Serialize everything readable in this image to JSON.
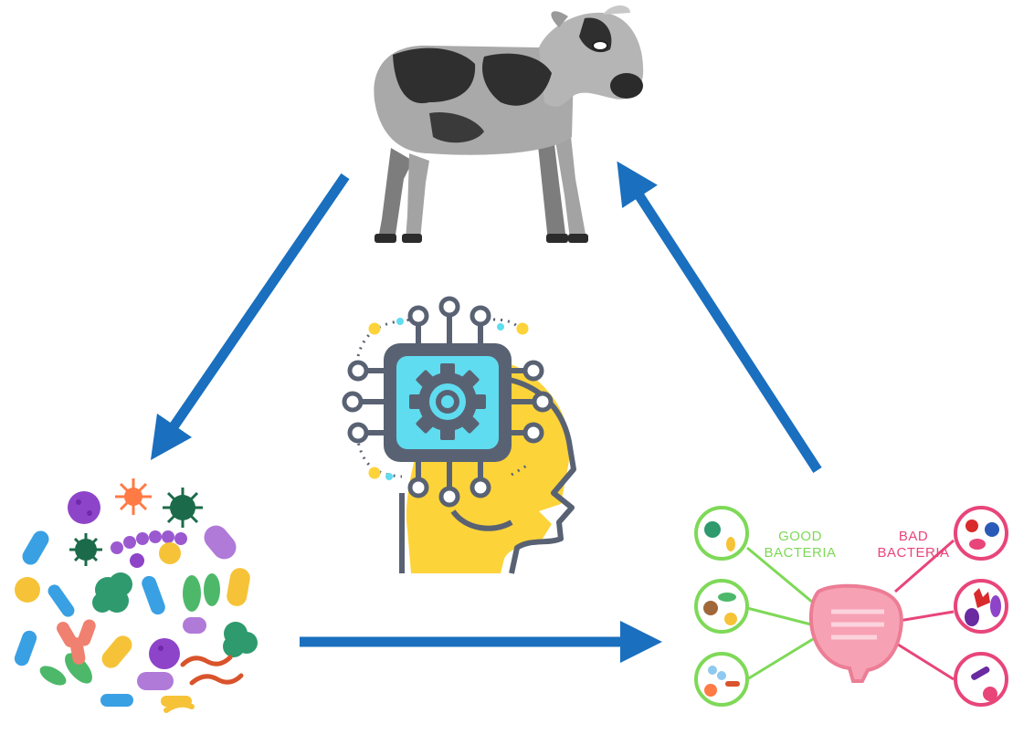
{
  "diagram": {
    "nodes": [
      {
        "id": "calf",
        "icon": "calf-icon"
      },
      {
        "id": "microbes",
        "icon": "microbes-icon"
      },
      {
        "id": "gut",
        "icon": "gut-bacteria-icon"
      },
      {
        "id": "ai",
        "icon": "ai-head-icon"
      }
    ],
    "edges": [
      {
        "from": "calf",
        "to": "microbes"
      },
      {
        "from": "microbes",
        "to": "gut"
      },
      {
        "from": "gut",
        "to": "calf"
      }
    ],
    "gut_labels": {
      "good_line1": "GOOD",
      "good_line2": "BACTERIA",
      "bad_line1": "BAD",
      "bad_line2": "BACTERIA"
    },
    "colors": {
      "arrow": "#1a6fbe",
      "good": "#7ed957",
      "bad": "#e8457a",
      "ai_yellow": "#fdd33a",
      "ai_cyan": "#5fdcf0",
      "ai_gray": "#596273"
    }
  }
}
